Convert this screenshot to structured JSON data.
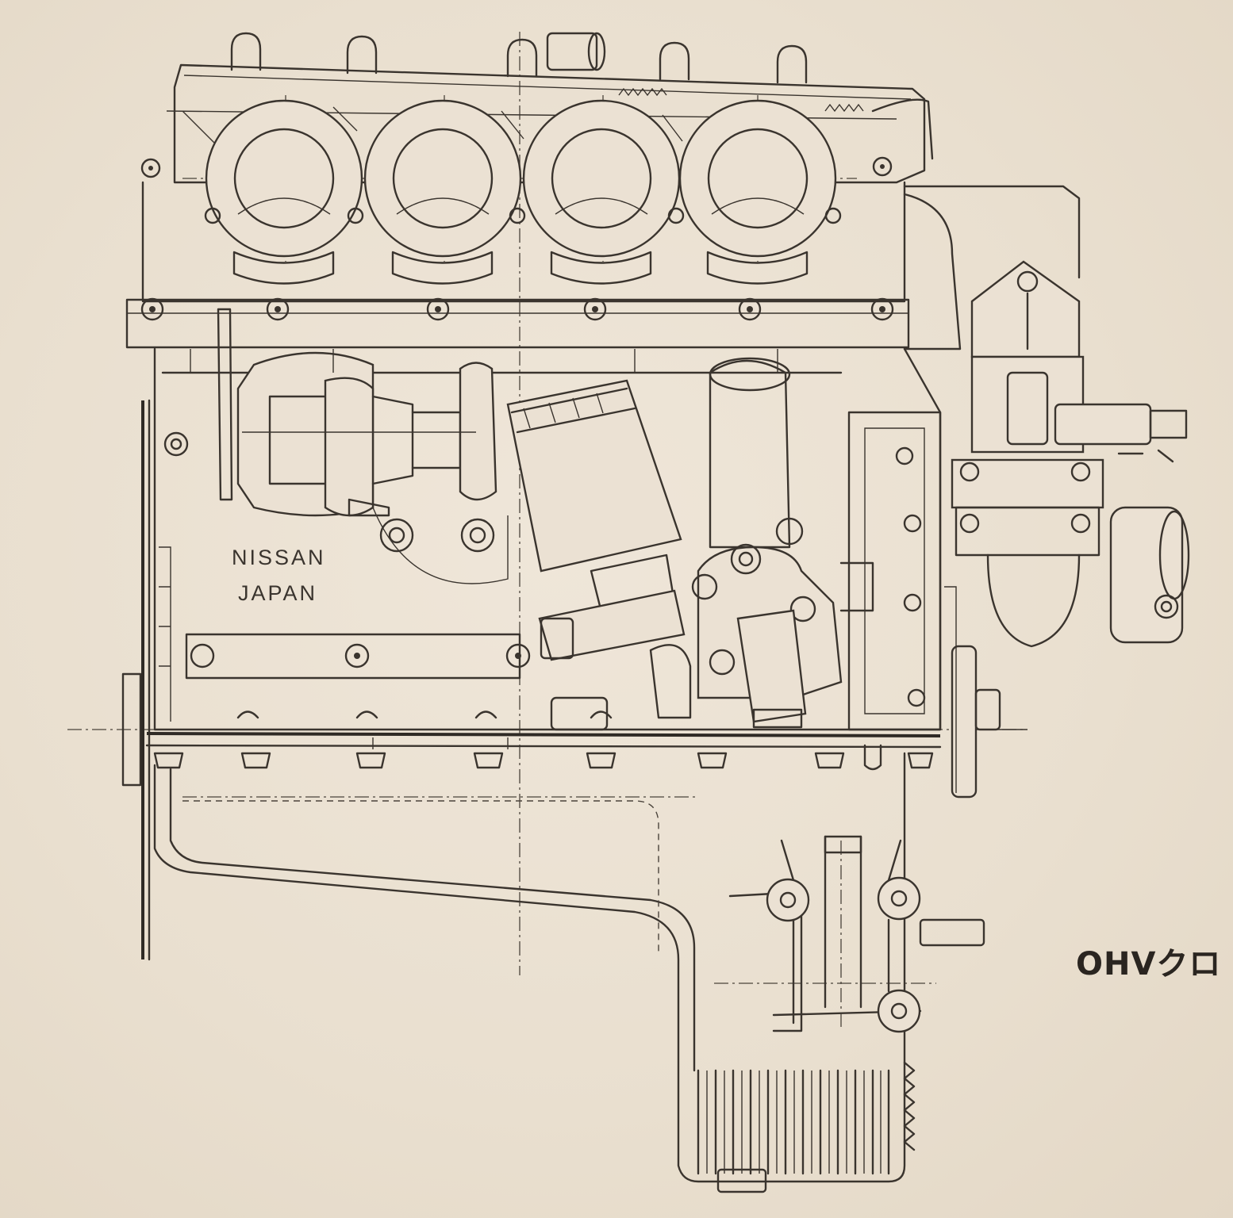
{
  "figure": {
    "stamp_line1": "NISSAN",
    "stamp_line2": "JAPAN",
    "caption": "OHVクロ"
  },
  "colors": {
    "paper": "#ebe1d3",
    "ink": "#3a342e"
  }
}
